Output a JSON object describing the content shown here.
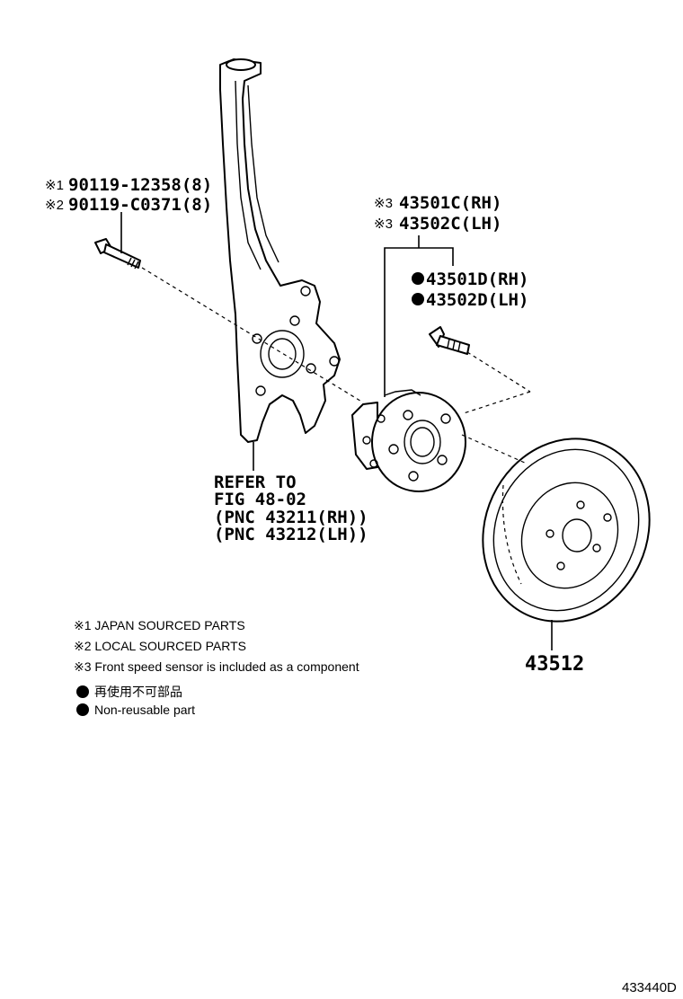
{
  "bolt": {
    "line1_mark": "※1",
    "line1_part": "90119-12358(8)",
    "line2_mark": "※2",
    "line2_part": "90119-C0371(8)"
  },
  "hub": {
    "line1_mark": "※3",
    "line1_part": "43501C(RH)",
    "line2_mark": "※3",
    "line2_part": "43502C(LH)"
  },
  "stud": {
    "line1_part": "43501D(RH)",
    "line2_part": "43502D(LH)"
  },
  "knuckle_ref": {
    "line1": "REFER TO",
    "line2": "FIG 48-02",
    "line3": "(PNC 43211(RH))",
    "line4": "(PNC 43212(LH))"
  },
  "disc": {
    "part": "43512"
  },
  "notes": {
    "note1": "※1 JAPAN SOURCED PARTS",
    "note2": "※2 LOCAL SOURCED PARTS",
    "note3": "※3 Front speed sensor is included as a component",
    "legend_jp": "再使用不可部品",
    "legend_en": "Non-reusable part"
  },
  "figure_code": "433440D"
}
